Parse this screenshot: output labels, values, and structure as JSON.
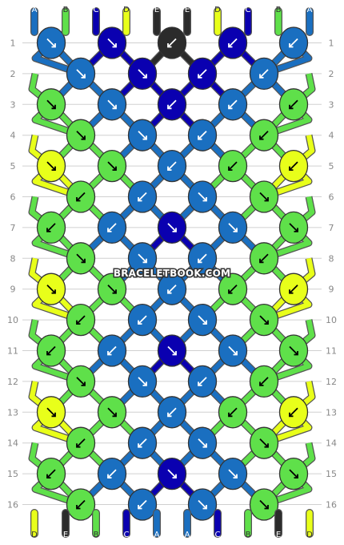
{
  "watermark": "BRACELETBOOK.COM",
  "colors": {
    "A": "#1a6fc0",
    "B": "#5fe04a",
    "C": "#0a00b0",
    "D": "#e8ff1a",
    "E": "#2b2b2b"
  },
  "top_strands": [
    "A",
    "B",
    "C",
    "D",
    "E",
    "E",
    "D",
    "C",
    "B",
    "A"
  ],
  "bottom_strands": [
    "D",
    "E",
    "B",
    "C",
    "A",
    "A",
    "C",
    "B",
    "E",
    "D"
  ],
  "rows": [
    {
      "label": "1",
      "knots": [
        [
          "A",
          "se"
        ],
        [
          "C",
          "se"
        ],
        [
          "E",
          "sw"
        ],
        [
          "C",
          "sw"
        ],
        [
          "A",
          "sw"
        ]
      ]
    },
    {
      "label": "2",
      "knots": [
        [
          "A",
          "se"
        ],
        [
          "C",
          "se"
        ],
        [
          "C",
          "sw"
        ],
        [
          "A",
          "sw"
        ]
      ]
    },
    {
      "label": "3",
      "knots": [
        [
          "B",
          "se"
        ],
        [
          "A",
          "se"
        ],
        [
          "C",
          "sw"
        ],
        [
          "A",
          "sw"
        ],
        [
          "B",
          "sw"
        ]
      ]
    },
    {
      "label": "4",
      "knots": [
        [
          "B",
          "se"
        ],
        [
          "A",
          "se"
        ],
        [
          "A",
          "sw"
        ],
        [
          "B",
          "sw"
        ]
      ]
    },
    {
      "label": "5",
      "knots": [
        [
          "D",
          "se"
        ],
        [
          "B",
          "se"
        ],
        [
          "A",
          "sw"
        ],
        [
          "B",
          "sw"
        ],
        [
          "D",
          "sw"
        ]
      ]
    },
    {
      "label": "6",
      "knots": [
        [
          "B",
          "sw"
        ],
        [
          "A",
          "sw"
        ],
        [
          "A",
          "se"
        ],
        [
          "B",
          "se"
        ]
      ]
    },
    {
      "label": "7",
      "knots": [
        [
          "B",
          "sw"
        ],
        [
          "A",
          "sw"
        ],
        [
          "C",
          "se"
        ],
        [
          "A",
          "se"
        ],
        [
          "B",
          "se"
        ]
      ]
    },
    {
      "label": "8",
      "knots": [
        [
          "B",
          "se"
        ],
        [
          "A",
          "se"
        ],
        [
          "A",
          "sw"
        ],
        [
          "B",
          "sw"
        ]
      ]
    },
    {
      "label": "9",
      "knots": [
        [
          "D",
          "se"
        ],
        [
          "B",
          "se"
        ],
        [
          "A",
          "sw"
        ],
        [
          "B",
          "sw"
        ],
        [
          "D",
          "sw"
        ]
      ]
    },
    {
      "label": "10",
      "knots": [
        [
          "B",
          "sw"
        ],
        [
          "A",
          "sw"
        ],
        [
          "A",
          "se"
        ],
        [
          "B",
          "se"
        ]
      ]
    },
    {
      "label": "11",
      "knots": [
        [
          "B",
          "sw"
        ],
        [
          "A",
          "sw"
        ],
        [
          "C",
          "se"
        ],
        [
          "A",
          "se"
        ],
        [
          "B",
          "se"
        ]
      ]
    },
    {
      "label": "12",
      "knots": [
        [
          "B",
          "se"
        ],
        [
          "A",
          "se"
        ],
        [
          "A",
          "sw"
        ],
        [
          "B",
          "sw"
        ]
      ]
    },
    {
      "label": "13",
      "knots": [
        [
          "D",
          "se"
        ],
        [
          "B",
          "se"
        ],
        [
          "A",
          "sw"
        ],
        [
          "B",
          "sw"
        ],
        [
          "D",
          "sw"
        ]
      ]
    },
    {
      "label": "14",
      "knots": [
        [
          "B",
          "sw"
        ],
        [
          "A",
          "sw"
        ],
        [
          "A",
          "se"
        ],
        [
          "B",
          "se"
        ]
      ]
    },
    {
      "label": "15",
      "knots": [
        [
          "B",
          "sw"
        ],
        [
          "A",
          "sw"
        ],
        [
          "C",
          "se"
        ],
        [
          "A",
          "se"
        ],
        [
          "B",
          "se"
        ]
      ]
    },
    {
      "label": "16",
      "knots": [
        [
          "B",
          "sw"
        ],
        [
          "A",
          "sw"
        ],
        [
          "A",
          "se"
        ],
        [
          "B",
          "se"
        ]
      ]
    }
  ]
}
